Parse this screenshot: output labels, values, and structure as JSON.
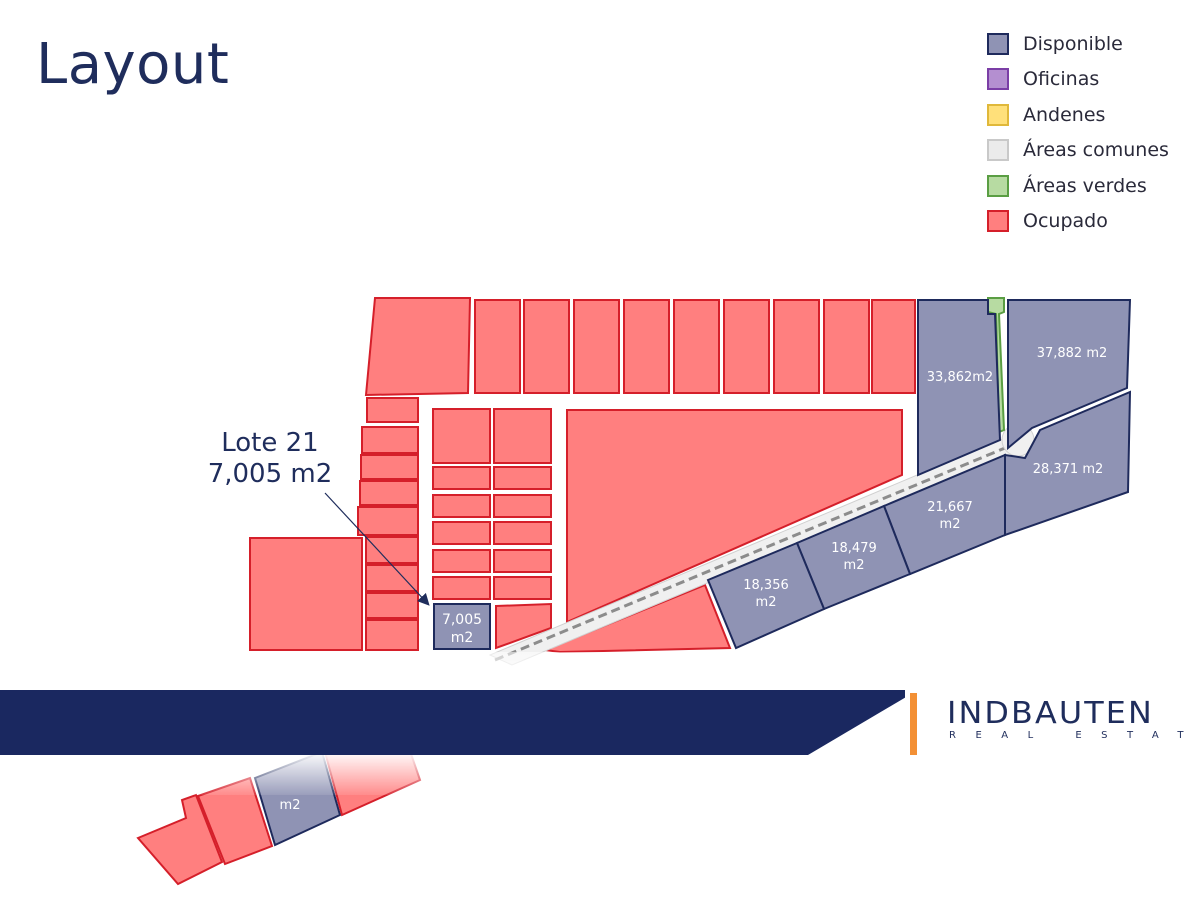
{
  "title": "Layout",
  "legend": [
    {
      "label": "Disponible",
      "fill": "#8f93b4",
      "stroke": "#1e2a5c"
    },
    {
      "label": "Oficinas",
      "fill": "#b48fd0",
      "stroke": "#7b3ea6"
    },
    {
      "label": "Andenes",
      "fill": "#ffe07a",
      "stroke": "#e0b83a"
    },
    {
      "label": "Áreas comunes",
      "fill": "#ebebeb",
      "stroke": "#c9c9c9"
    },
    {
      "label": "Áreas verdes",
      "fill": "#b7dba2",
      "stroke": "#5a9e43"
    },
    {
      "label": "Ocupado",
      "fill": "#ff7f7f",
      "stroke": "#d51f2a"
    }
  ],
  "callout": {
    "line1": "Lote 21",
    "line2": "7,005 m2"
  },
  "plots": {
    "p1": "33,862m2",
    "p2": "37,882 m2",
    "p3": "28,371 m2",
    "p4": [
      "21,667",
      "m2"
    ],
    "p5": [
      "18,479",
      "m2"
    ],
    "p6": [
      "18,356",
      "m2"
    ],
    "p7": [
      "7,005",
      "m2"
    ],
    "p8": "m2"
  },
  "logo": {
    "name": "INDBAUTEN",
    "tagline": "REAL ESTATE"
  },
  "colors": {
    "banner": "#1a2860",
    "accent": "#f39035"
  }
}
